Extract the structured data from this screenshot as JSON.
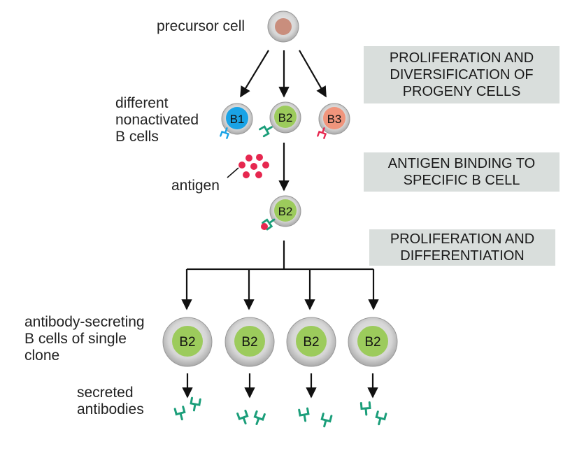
{
  "labels": {
    "precursor": "precursor cell",
    "nonactivated": [
      "different",
      "nonactivated",
      "B cells"
    ],
    "antigen": "antigen",
    "secreting": [
      "antibody-secreting",
      "B cells of single",
      "clone"
    ],
    "secreted": [
      "secreted",
      "antibodies"
    ]
  },
  "steps": [
    {
      "lines": [
        "PROLIFERATION AND",
        "DIVERSIFICATION OF",
        "PROGENY CELLS"
      ]
    },
    {
      "lines": [
        "ANTIGEN BINDING TO",
        "SPECIFIC B CELL"
      ]
    },
    {
      "lines": [
        "PROLIFERATION AND",
        "DIFFERENTIATION"
      ]
    }
  ],
  "cells": {
    "b1": "B1",
    "b2": "B2",
    "b3": "B3",
    "bound": "B2",
    "clones": [
      "B2",
      "B2",
      "B2",
      "B2"
    ]
  },
  "colors": {
    "b1": "#1aa3e6",
    "b2": "#9ccb5c",
    "b3": "#f0957c",
    "precursor_nucleus": "#c98e7d",
    "antigen": "#e6274f",
    "antibody": "#1b9e7a"
  }
}
